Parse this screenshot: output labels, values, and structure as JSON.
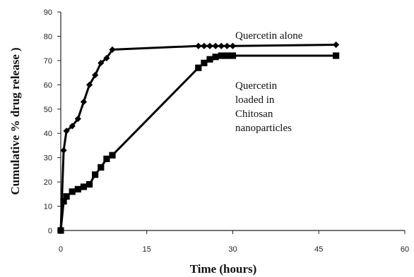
{
  "chart_data": {
    "type": "line",
    "title": "",
    "xlabel": "Time (hours)",
    "ylabel": "Cumulative % drug release )",
    "xlim": [
      0,
      60
    ],
    "ylim": [
      0,
      90
    ],
    "x_ticks": [
      0,
      15,
      30,
      45,
      60
    ],
    "y_ticks": [
      0,
      10,
      20,
      30,
      40,
      50,
      60,
      70,
      80,
      90
    ],
    "grid": false,
    "legend": "none",
    "series": [
      {
        "name": "Quercetin alone",
        "marker": "diamond",
        "color": "#000000",
        "x": [
          0,
          0.5,
          1,
          2,
          3,
          4,
          5,
          6,
          7,
          8,
          9,
          24,
          25,
          26,
          27,
          28,
          29,
          30,
          48
        ],
        "y": [
          0,
          33,
          41,
          43,
          46,
          53,
          60,
          64,
          69,
          71,
          74.5,
          76,
          76,
          76,
          76,
          76,
          76,
          76,
          76.5
        ]
      },
      {
        "name": "Quercetin loaded in Chitosan nanoparticles",
        "marker": "square",
        "color": "#000000",
        "x": [
          0,
          0.5,
          1,
          2,
          3,
          4,
          5,
          6,
          7,
          8,
          9,
          24,
          25,
          26,
          27,
          28,
          29,
          30,
          48
        ],
        "y": [
          0,
          12,
          14,
          16,
          17,
          18,
          19,
          23,
          26,
          29.5,
          31,
          67,
          69,
          70.5,
          71.5,
          72,
          72,
          72,
          72
        ]
      }
    ],
    "annotations": [
      {
        "lines": [
          "Quercetin alone"
        ]
      },
      {
        "lines": [
          "Quercetin",
          "loaded in",
          "Chitosan",
          "nanoparticles"
        ]
      }
    ]
  }
}
